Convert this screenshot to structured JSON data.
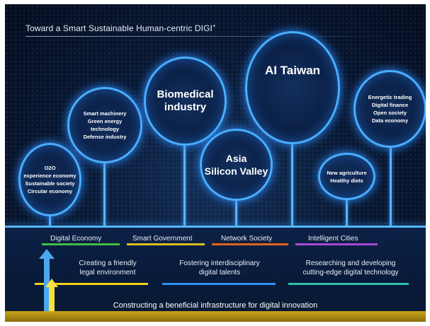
{
  "header": {
    "title": "Toward a Smart Sustainable Human-centric DIGI",
    "title_suffix": "+"
  },
  "bubbles": [
    {
      "id": "o2o",
      "lines": [
        "O2O",
        "experience economy",
        "Sustainable society",
        "Circular economy"
      ]
    },
    {
      "id": "machinery",
      "lines": [
        "Smart machinery",
        "Green energy",
        "technology",
        "Defense industry"
      ]
    },
    {
      "id": "biomedical",
      "lines": [
        "Biomedical",
        "industry"
      ]
    },
    {
      "id": "asia",
      "lines": [
        "Asia",
        "Silicon Valley"
      ]
    },
    {
      "id": "ai",
      "lines": [
        "AI Taiwan"
      ]
    },
    {
      "id": "agri",
      "lines": [
        "New agriculture",
        "Healthy diets"
      ]
    },
    {
      "id": "trading",
      "lines": [
        "Energetic trading",
        "Digital finance",
        "Open society",
        "Data economy"
      ]
    }
  ],
  "pillars": [
    {
      "label": "Digital Economy",
      "color": "#3fbf3f"
    },
    {
      "label": "Smart Government",
      "color": "#d8c11e"
    },
    {
      "label": "Network Society",
      "color": "#e2621c"
    },
    {
      "label": "Intelligent Cities",
      "color": "#a64bd6"
    }
  ],
  "foundations": [
    {
      "lines": [
        "Creating a friendly",
        "legal environment"
      ],
      "color": "#f2d21a"
    },
    {
      "lines": [
        "Fostering interdisciplinary",
        "digital talents"
      ],
      "color": "#2f8ff0"
    },
    {
      "lines": [
        "Researching and developing",
        "cutting-edge digital technology"
      ],
      "color": "#2fbfa8"
    }
  ],
  "infrastructure": {
    "label": "Constructing a beneficial infrastructure for digital innovation"
  },
  "colors": {
    "bubble_border": "#4aaeff",
    "ground_line": "#56b6ff",
    "arrow_blue": "#4aa8f0",
    "arrow_yellow": "#f4e040",
    "base_gold": "#c8a41a"
  }
}
